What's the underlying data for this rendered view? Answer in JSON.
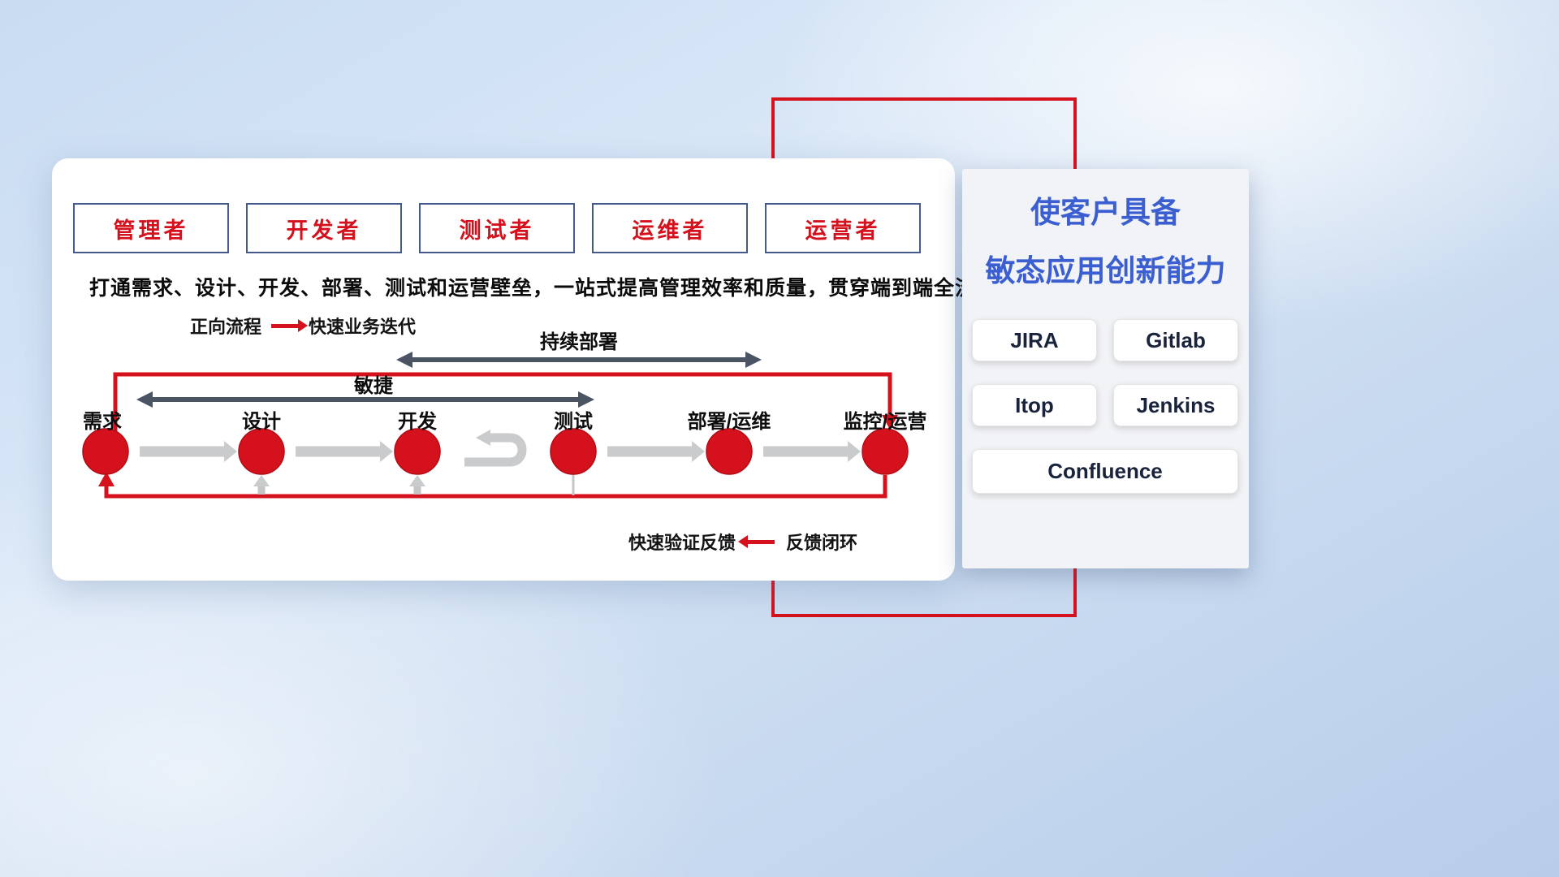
{
  "colors": {
    "red": "#d4111c",
    "blue": "#3b5fd0",
    "dark": "#19233c"
  },
  "roles": [
    {
      "label": "管理者"
    },
    {
      "label": "开发者"
    },
    {
      "label": "测试者"
    },
    {
      "label": "运维者"
    },
    {
      "label": "运营者"
    }
  ],
  "subtitle": "打通需求、设计、开发、部署、测试和运营壁垒，一站式提高管理效率和质量，贯穿端到端全流程",
  "legend_forward": {
    "label": "正向流程",
    "desc": "快速业务迭代"
  },
  "legend_feedback": {
    "label": "快速验证反馈",
    "desc": "反馈闭环"
  },
  "flow": {
    "cd_label": "持续部署",
    "agile_label": "敏捷",
    "nodes": [
      {
        "label": "需求"
      },
      {
        "label": "设计"
      },
      {
        "label": "开发"
      },
      {
        "label": "测试"
      },
      {
        "label": "部署/运维"
      },
      {
        "label": "监控/运营"
      }
    ]
  },
  "right_panel": {
    "title_line1": "使客户具备",
    "title_line2": "敏态应用创新能力",
    "tools": [
      "JIRA",
      "Gitlab",
      "Itop",
      "Jenkins",
      "Confluence"
    ]
  }
}
